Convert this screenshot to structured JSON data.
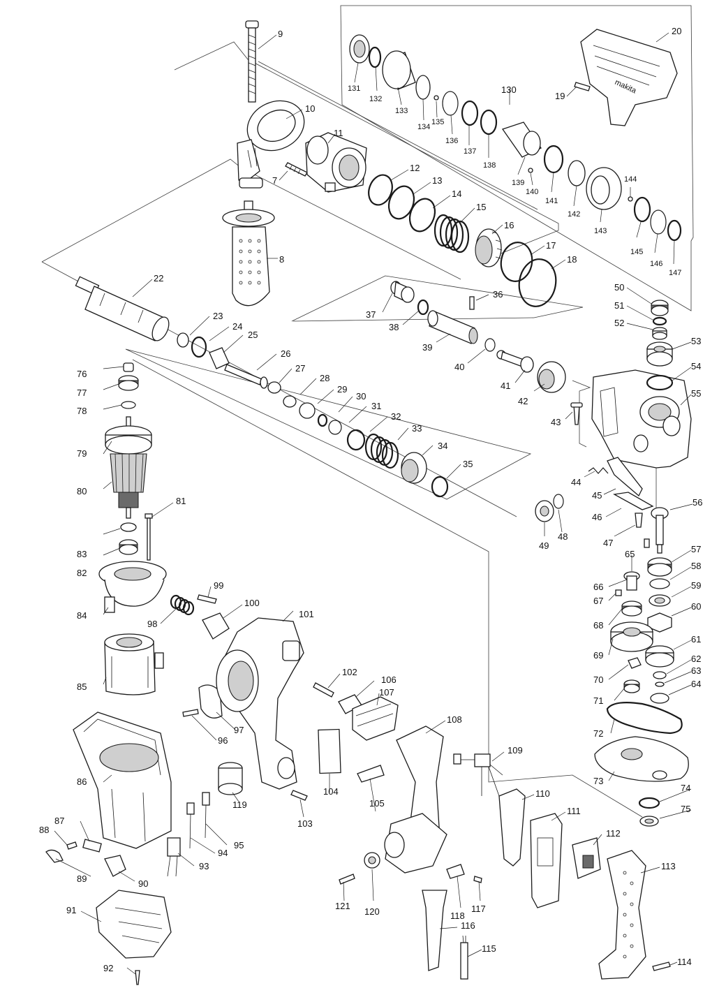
{
  "part_numbers": [
    "7",
    "8",
    "9",
    "10",
    "11",
    "12",
    "13",
    "14",
    "15",
    "16",
    "17",
    "18",
    "19",
    "20",
    "22",
    "23",
    "24",
    "25",
    "26",
    "27",
    "28",
    "29",
    "30",
    "31",
    "32",
    "33",
    "34",
    "35",
    "36",
    "37",
    "38",
    "39",
    "40",
    "41",
    "42",
    "43",
    "44",
    "45",
    "46",
    "47",
    "48",
    "49",
    "50",
    "51",
    "52",
    "53",
    "54",
    "55",
    "56",
    "57",
    "58",
    "59",
    "60",
    "61",
    "62",
    "63",
    "64",
    "65",
    "66",
    "67",
    "68",
    "69",
    "70",
    "71",
    "72",
    "73",
    "74",
    "75",
    "76",
    "77",
    "78",
    "79",
    "80",
    "81",
    "82",
    "83",
    "84",
    "85",
    "86",
    "87",
    "88",
    "89",
    "90",
    "91",
    "92",
    "93",
    "94",
    "95",
    "96",
    "97",
    "98",
    "99",
    "100",
    "101",
    "102",
    "103",
    "104",
    "105",
    "106",
    "107",
    "108",
    "109",
    "110",
    "111",
    "112",
    "113",
    "114",
    "115",
    "116",
    "117",
    "118",
    "119",
    "120",
    "121",
    "130",
    "131",
    "132",
    "133",
    "134",
    "135",
    "136",
    "137",
    "138",
    "139",
    "140",
    "141",
    "142",
    "143",
    "144",
    "145",
    "146",
    "147"
  ],
  "brand_mark": "makita"
}
